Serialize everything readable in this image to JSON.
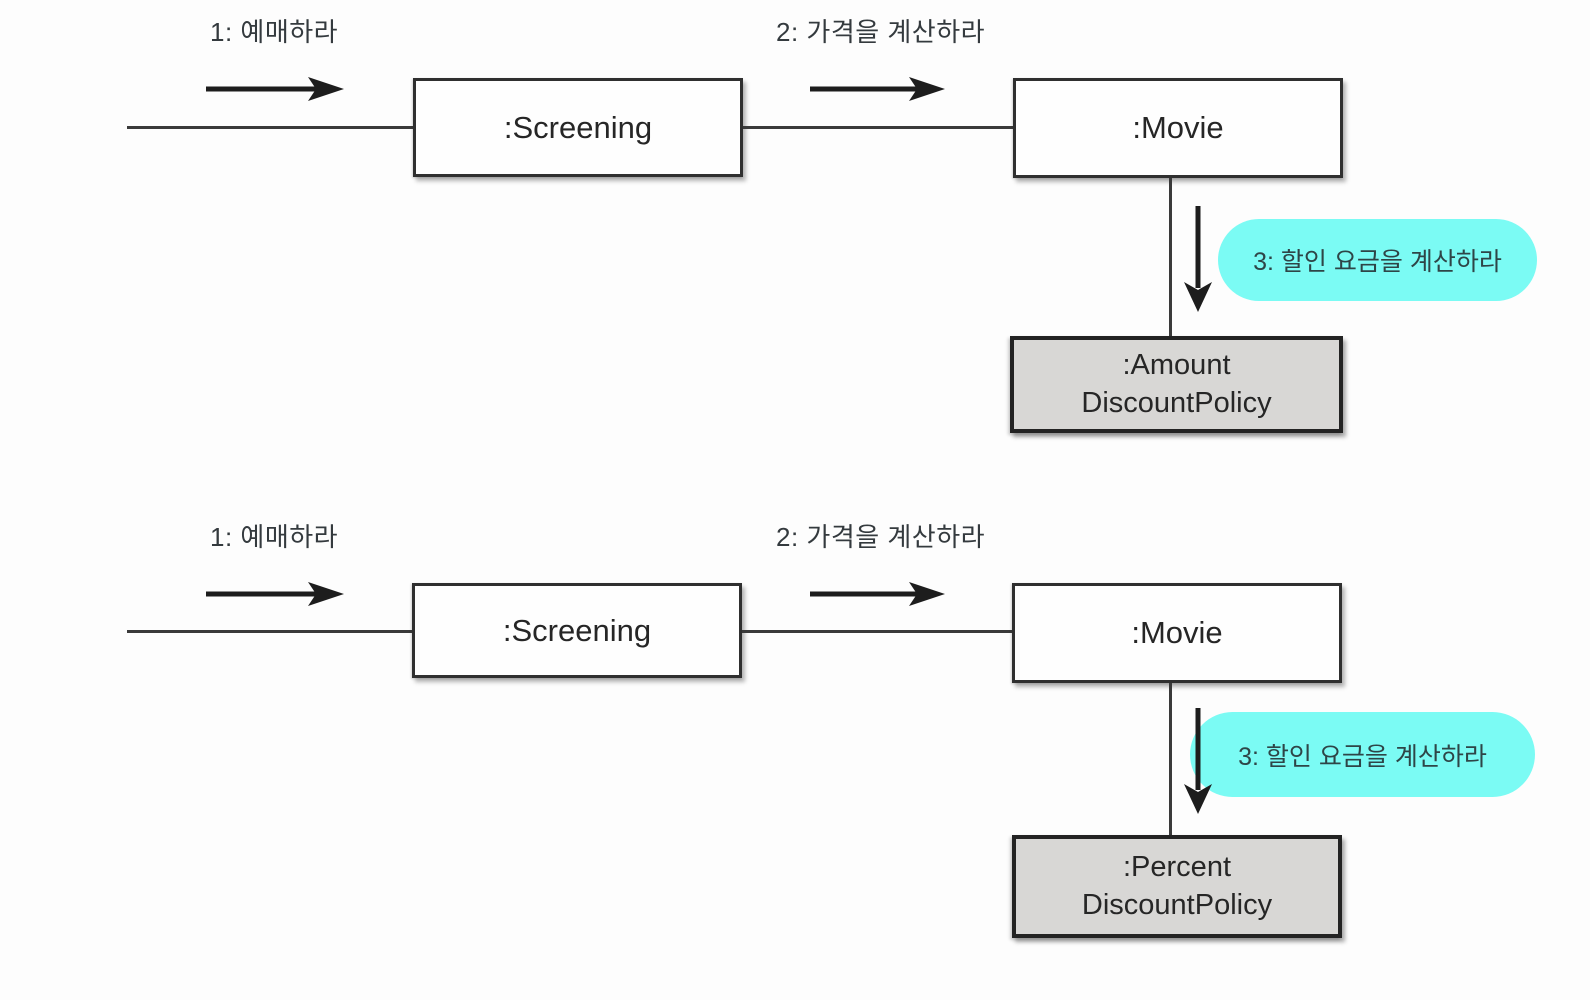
{
  "colors": {
    "highlight": "#7bfbf4",
    "object_gray": "#d8d7d5",
    "line": "#3a3a3a",
    "arrow": "#1d1d1d",
    "text": "#343a3e"
  },
  "diagrams": [
    {
      "name": "amount-discount-collaboration",
      "msg1": "1: 예매하라",
      "msg2": "2: 가격을 계산하라",
      "msg3": "3: 할인 요금을 계산하라",
      "screening": ":Screening",
      "movie": ":Movie",
      "policy_line1": ":Amount",
      "policy_line2": "DiscountPolicy"
    },
    {
      "name": "percent-discount-collaboration",
      "msg1": "1: 예매하라",
      "msg2": "2: 가격을 계산하라",
      "msg3": "3: 할인 요금을 계산하라",
      "screening": ":Screening",
      "movie": ":Movie",
      "policy_line1": ":Percent",
      "policy_line2": "DiscountPolicy"
    }
  ]
}
